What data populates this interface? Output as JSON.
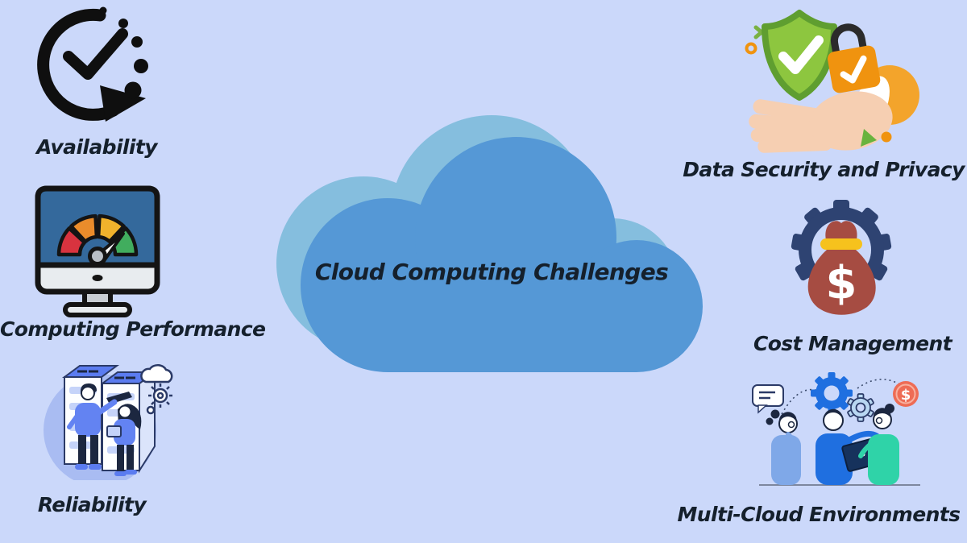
{
  "colors": {
    "background": "#cbd8fa",
    "cloud_front": "#5598d6",
    "cloud_back": "#85bede",
    "text": "#15202c",
    "gear_navy": "#2e4372",
    "money_bag_red": "#a64c42",
    "shield_green": "#8dc63f",
    "lock_orange": "#f0930f",
    "gauge_red": "#d8333f",
    "gauge_orange": "#ea8c2b",
    "gauge_yellow": "#f0b22c",
    "gauge_green": "#41ad5e"
  },
  "cloud": {
    "title": "Cloud Computing Challenges"
  },
  "items": [
    {
      "id": "availability",
      "label": "Availability",
      "icon": "clock-checkmark-arrow-icon"
    },
    {
      "id": "computing-performance",
      "label": "Computing Performance",
      "icon": "performance-gauge-monitor-icon"
    },
    {
      "id": "reliability",
      "label": "Reliability",
      "icon": "people-servers-illustration"
    },
    {
      "id": "data-security",
      "label": "Data Security and Privacy",
      "icon": "hand-shield-padlock-illustration"
    },
    {
      "id": "cost-management",
      "label": "Cost Management",
      "icon": "gear-money-bag-icon"
    },
    {
      "id": "multi-cloud",
      "label": "Multi-Cloud Environments",
      "icon": "team-gears-coin-illustration"
    }
  ],
  "glyphs": {
    "dollar": "$"
  }
}
